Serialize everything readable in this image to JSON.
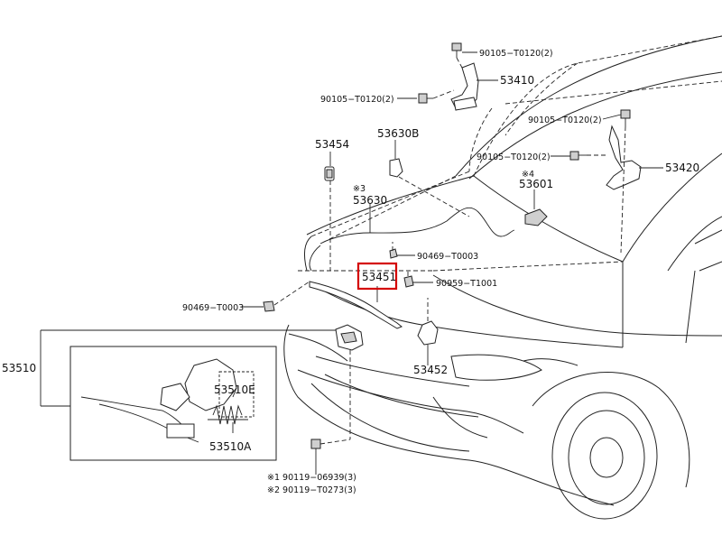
{
  "diagram": {
    "highlight_color": "#d40000",
    "labels": {
      "p53410": "53410",
      "p53420": "53420",
      "p53454": "53454",
      "p53630B": "53630B",
      "p53630": "53630",
      "note3": "※3",
      "note4": "※4",
      "p53601": "53601",
      "p53451": "53451",
      "p53452": "53452",
      "p53510": "53510",
      "p53510E": "53510E",
      "p53510A": "53510A",
      "b90105_top": "90105−T0120(2)",
      "b90105_left": "90105−T0120(2)",
      "b90105_right1": "90105−T0120(2)",
      "b90105_right2": "90105−T0120(2)",
      "c90469_mid": "90469−T0003",
      "c90469_left": "90469−T0003",
      "c90959": "90959−T1001",
      "bolt1": "※1 90119−06939(3)",
      "bolt2": "※2 90119−T0273(3)"
    }
  }
}
